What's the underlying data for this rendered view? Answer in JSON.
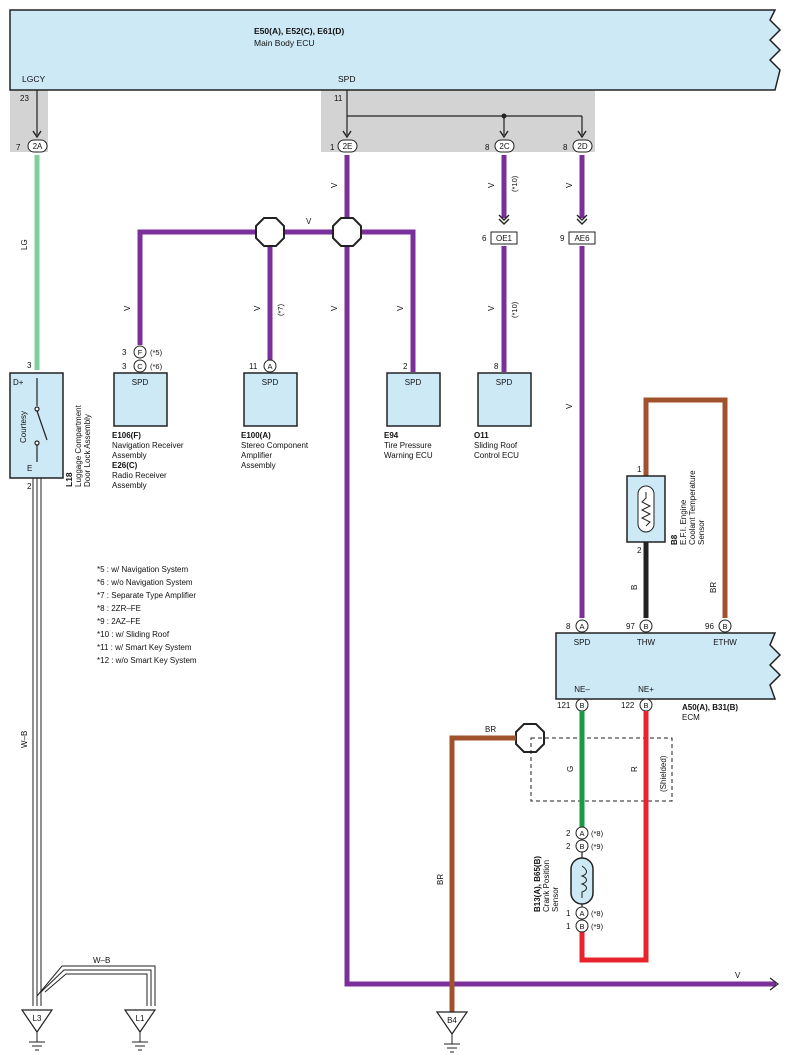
{
  "main_ecu": {
    "code": "E50(A), E52(C), E61(D)",
    "name": "Main Body ECU",
    "pin_lgcy": "LGCY",
    "pin_spd": "SPD"
  },
  "pins": {
    "p23": "23",
    "p11": "11",
    "p7": "7",
    "p1": "1",
    "p8a": "8",
    "p8b": "8",
    "p6": "6",
    "p9": "9",
    "p3a": "3",
    "p3b": "3",
    "p3c": "3",
    "p11b": "11",
    "p2a": "2",
    "p8c": "8",
    "p2b": "2",
    "p1b": "1",
    "p2c": "2",
    "p8d": "8",
    "p97": "97",
    "p96": "96",
    "p121": "121",
    "p122": "122",
    "p2d": "2",
    "p2e": "2",
    "p1c": "1",
    "p1d": "1"
  },
  "connectors": {
    "c2A": "2A",
    "c2E": "2E",
    "c2C": "2C",
    "c2D": "2D",
    "cOE1": "OE1",
    "cAE6": "AE6",
    "cF": "F",
    "cC": "C",
    "cA1": "A",
    "cA_ecm": "A",
    "cB_thw": "B",
    "cB_ethw": "B",
    "cB_ne1": "B",
    "cB_ne2": "B",
    "cB_t1": "B",
    "cB_t2": "B",
    "cA_c1": "A",
    "cA_c2": "A",
    "cB_b2": "B"
  },
  "wires": {
    "lg": "LG",
    "v1": "V",
    "v2": "V",
    "v3": "V",
    "v4": "V",
    "v5": "V",
    "v6": "V",
    "v7": "V",
    "v8": "V",
    "v9": "V",
    "v10": "V",
    "wb1": "W–B",
    "wb2": "W–B",
    "b": "B",
    "br1": "BR",
    "br2": "BR",
    "br3": "BR",
    "g": "G",
    "r": "R"
  },
  "notes": {
    "n5": "(*5)",
    "n6": "(*6)",
    "n7": "(*7)",
    "n10a": "(*10)",
    "n10b": "(*10)",
    "n8a": "(*8)",
    "n9a": "(*9)",
    "n8b": "(*8)",
    "n9b": "(*9)",
    "shielded": "(Shielded)"
  },
  "components": {
    "nav": {
      "pin": "SPD",
      "code1": "E106(F)",
      "name1a": "Navigation Receiver",
      "name1b": "Assembly",
      "code2": "E26(C)",
      "name2a": "Radio Receiver",
      "name2b": "Assembly"
    },
    "stereo": {
      "pin": "SPD",
      "code": "E100(A)",
      "name_a": "Stereo Component",
      "name_b": "Amplifier",
      "name_c": "Assembly"
    },
    "tire": {
      "pin": "SPD",
      "code": "E94",
      "name_a": "Tire Pressure",
      "name_b": "Warning ECU"
    },
    "roof": {
      "pin": "SPD",
      "code": "O11",
      "name_a": "Sliding Roof",
      "name_b": "Control ECU"
    },
    "lock": {
      "pin_d": "D+",
      "pin_e": "E",
      "switch": "Courtesy",
      "code": "L18",
      "name_a": "Luggage Compartment",
      "name_b": "Door Lock Assembly"
    },
    "coolant": {
      "code": "B8",
      "name_a": "E.F.I. Engine",
      "name_b": "Coolant Temperature",
      "name_c": "Sensor"
    },
    "ecm": {
      "code": "A50(A), B31(B)",
      "name": "ECM",
      "spd": "SPD",
      "thw": "THW",
      "ethw": "ETHW",
      "ne_minus": "NE–",
      "ne_plus": "NE+"
    },
    "crank": {
      "code": "B13(A), B65(B)",
      "name_a": "Crank Position",
      "name_b": "Sensor"
    }
  },
  "grounds": {
    "l3": "L3",
    "l1": "L1",
    "b4": "B4"
  },
  "legend": [
    "*5 : w/ Navigation System",
    "*6 : w/o Navigation System",
    "*7 : Separate Type Amplifier",
    "*8 : 2ZR–FE",
    "*9 : 2AZ–FE",
    "*10 : w/ Sliding Roof",
    "*11 : w/ Smart Key System",
    "*12 : w/o Smart Key System"
  ],
  "colors": {
    "purple": "#7b2f9a",
    "green_lg": "#7fcf9c",
    "brown": "#a0522d",
    "black": "#222222",
    "green_g": "#1a9a46",
    "red": "#e8232b",
    "box_fill": "#cde9f6",
    "gray_area": "#d3d3d3"
  }
}
